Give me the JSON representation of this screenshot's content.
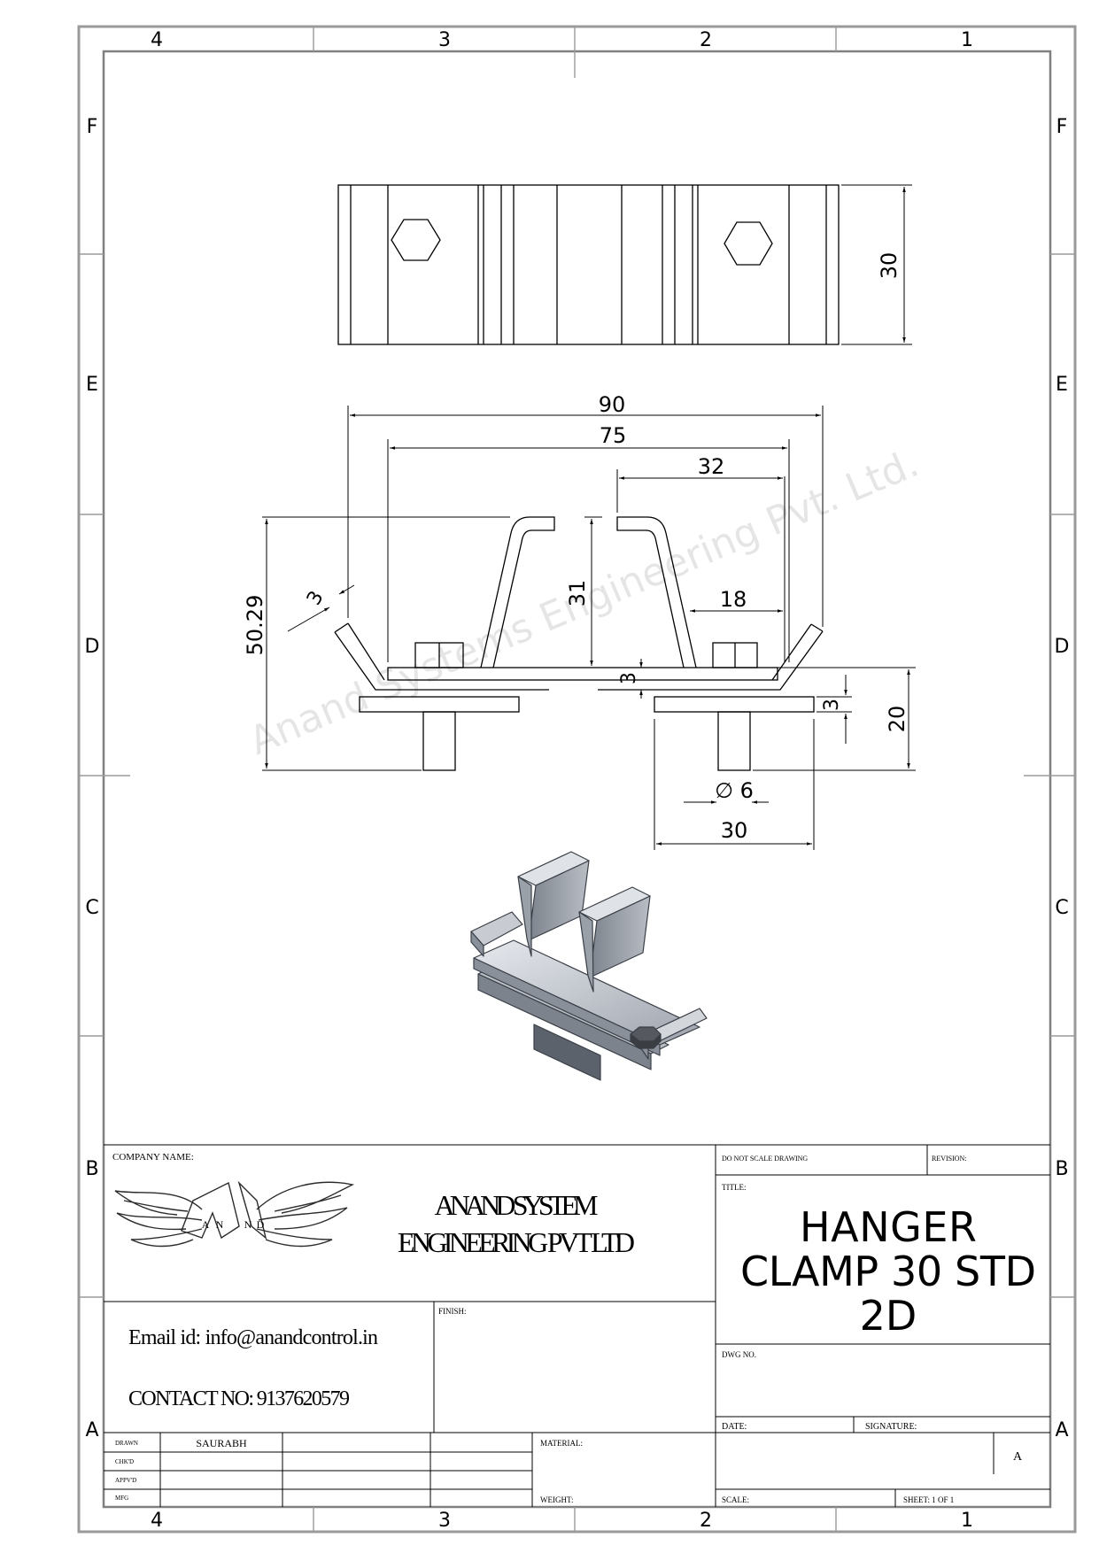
{
  "zones": {
    "columns": [
      "4",
      "3",
      "2",
      "1"
    ],
    "rows": [
      "F",
      "E",
      "D",
      "C",
      "B",
      "A"
    ]
  },
  "dimensions": {
    "d30_height": "30",
    "d90": "90",
    "d75": "75",
    "d32": "32",
    "d3_thickness": "3",
    "d31": "31",
    "d18": "18",
    "d50_29": "50.29",
    "d3_gap": "3",
    "d3_plate": "3",
    "d20": "20",
    "dia6": "∅ 6",
    "d30_plate": "30"
  },
  "watermark": "Anand Systems Engineering Pvt. Ltd.",
  "logo": {
    "letters": [
      "A",
      "N",
      "N",
      "D"
    ]
  },
  "title_block": {
    "company_name_label": "COMPANY NAME:",
    "company_line1": "ANAND SYSTEM",
    "company_line2": "ENGINEERING PVT LTD",
    "email": "Email id: info@anandcontrol.in",
    "contact": "CONTACT NO: 9137620579",
    "finish_label": "FINISH:",
    "do_not_scale": "DO NOT SCALE DRAWING",
    "revision_label": "REVISION:",
    "title_label": "TITLE:",
    "title_line1": "HANGER",
    "title_line2": "CLAMP 30 STD",
    "title_line3": "2D",
    "dwg_no_label": "DWG NO.",
    "date_label": "DATE:",
    "signature_label": "SIGNATURE:",
    "size_value": "A",
    "material_label": "MATERIAL:",
    "weight_label": "WEIGHT:",
    "scale_label": "SCALE:",
    "sheet_label": "SHEET: 1 OF 1",
    "drawn_label": "DRAWN",
    "drawn_by": "SAURABH",
    "chkd_label": "CHK'D",
    "appvd_label": "APPV'D",
    "mfg_label": "MFG"
  }
}
